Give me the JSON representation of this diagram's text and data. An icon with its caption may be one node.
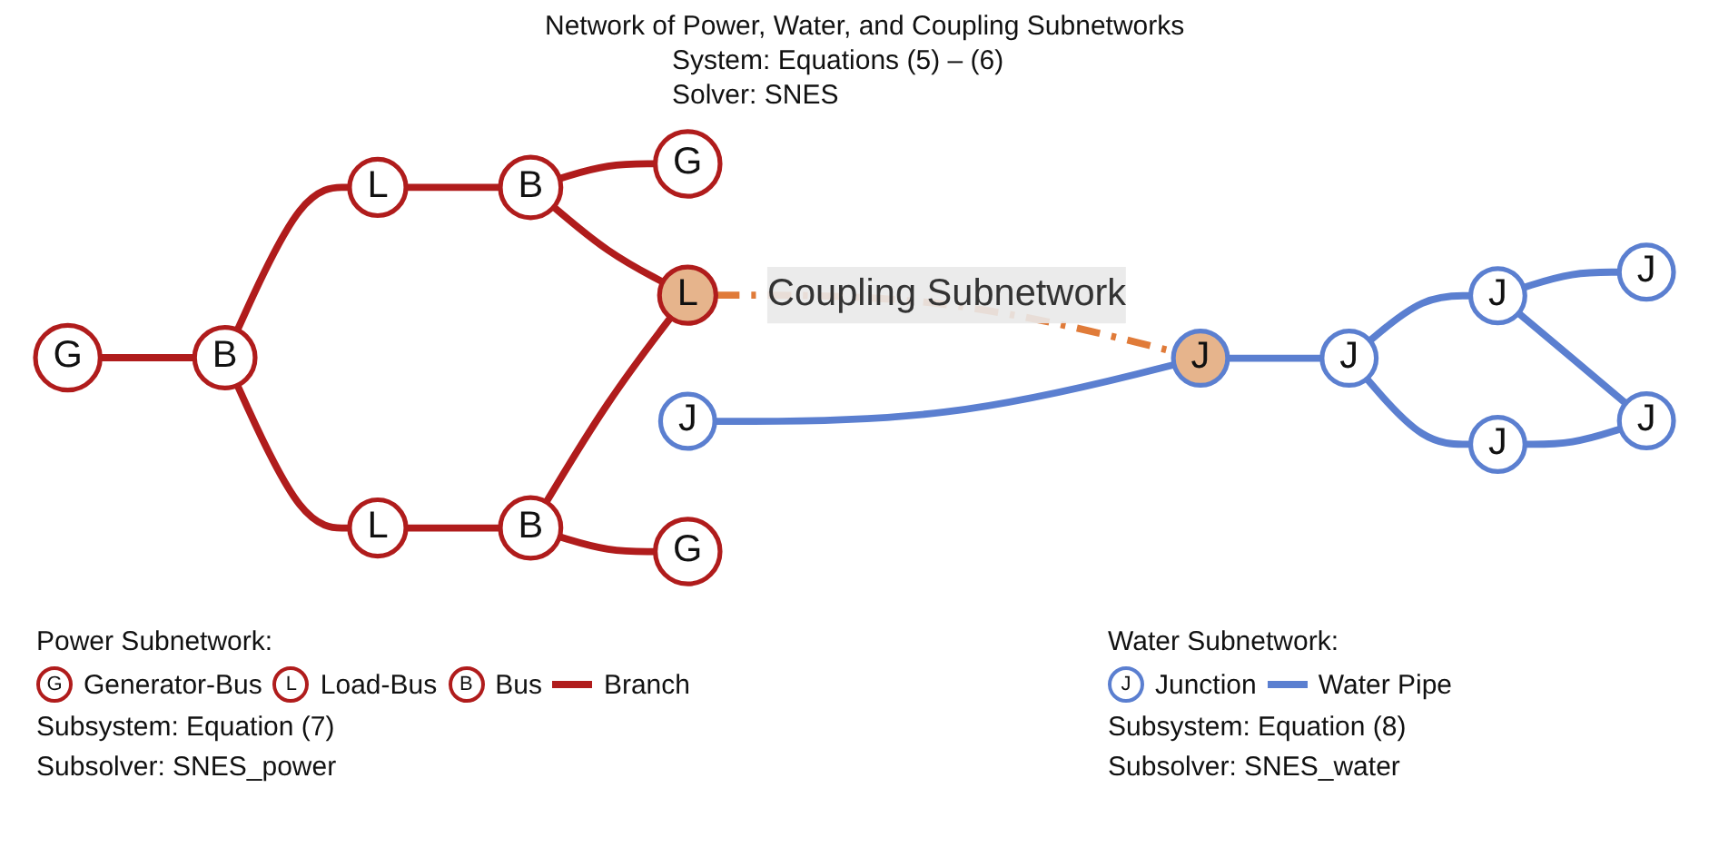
{
  "diagram": {
    "title": "Network of Power, Water, and Coupling Subnetworks",
    "nodes": [
      {
        "text": [
          "G"
        ]
      },
      {
        "text": [
          "B"
        ]
      },
      {
        "text": [
          "L"
        ]
      },
      {
        "text": [
          "B"
        ]
      },
      {
        "text": [
          "G"
        ]
      },
      {
        "text": [
          "J"
        ]
      },
      {
        "text": [
          "L"
        ]
      },
      {
        "text": [
          "B"
        ]
      },
      {
        "text": [
          "L"
        ]
      },
      {
        "text": [
          "J"
        ]
      },
      {
        "text": [
          "J"
        ]
      },
      {
        "text": [
          "J"
        ]
      },
      {
        "text": [
          "J"
        ]
      },
      {
        "text": [
          "G"
        ]
      },
      {
        "text": [
          "J"
        ]
      },
      {
        "text": [
          "J"
        ]
      }
    ],
    "edges": [
      {
        "from": 0,
        "to": 1,
        "arrow": "none"
      },
      {
        "from": 1,
        "to": 2,
        "arrow": "none"
      },
      {
        "from": 2,
        "to": 3,
        "arrow": "none"
      },
      {
        "from": 3,
        "to": 4,
        "arrow": "none"
      },
      {
        "from": 1,
        "to": 6,
        "arrow": "none"
      },
      {
        "from": 3,
        "to": 8,
        "arrow": "none"
      },
      {
        "from": 6,
        "to": 7,
        "arrow": "none"
      },
      {
        "from": 7,
        "to": 8,
        "arrow": "none"
      },
      {
        "from": 7,
        "to": 13,
        "arrow": "none"
      },
      {
        "from": 8,
        "to": 9,
        "arrow": "none",
        "label": "Coupling Subnetwork",
        "style": "dashed",
        "color": "#e07b39"
      },
      {
        "from": 5,
        "to": 9,
        "arrow": "none",
        "color": "#5b7fd0"
      },
      {
        "from": 9,
        "to": 10,
        "arrow": "none",
        "color": "#5b7fd0"
      },
      {
        "from": 10,
        "to": 11,
        "arrow": "none",
        "color": "#5b7fd0"
      },
      {
        "from": 11,
        "to": 12,
        "arrow": "none",
        "color": "#5b7fd0"
      },
      {
        "from": 10,
        "to": 14,
        "arrow": "none",
        "color": "#5b7fd0"
      },
      {
        "from": 11,
        "to": 15,
        "arrow": "none",
        "color": "#5b7fd0"
      },
      {
        "from": 14,
        "to": 15,
        "arrow": "none",
        "color": "#5b7fd0"
      }
    ],
    "labels": [
      "System: Equations (5) – (6)",
      "Solver: SNES",
      "Power Subnetwork:",
      "G",
      "L",
      "B",
      "Subsystem: Equation (7)",
      "Subsolver: SNES_power",
      "Water Subnetwork:",
      "J",
      "Subsystem: Equation (8)",
      "Subsolver: SNES_water"
    ],
    "legend": [
      {
        "text": "Generator-Bus"
      },
      {
        "text": "Load-Bus"
      },
      {
        "text": "Bus"
      },
      {
        "text": "Branch"
      },
      {
        "text": "Junction"
      },
      {
        "text": "Water Pipe"
      }
    ]
  }
}
